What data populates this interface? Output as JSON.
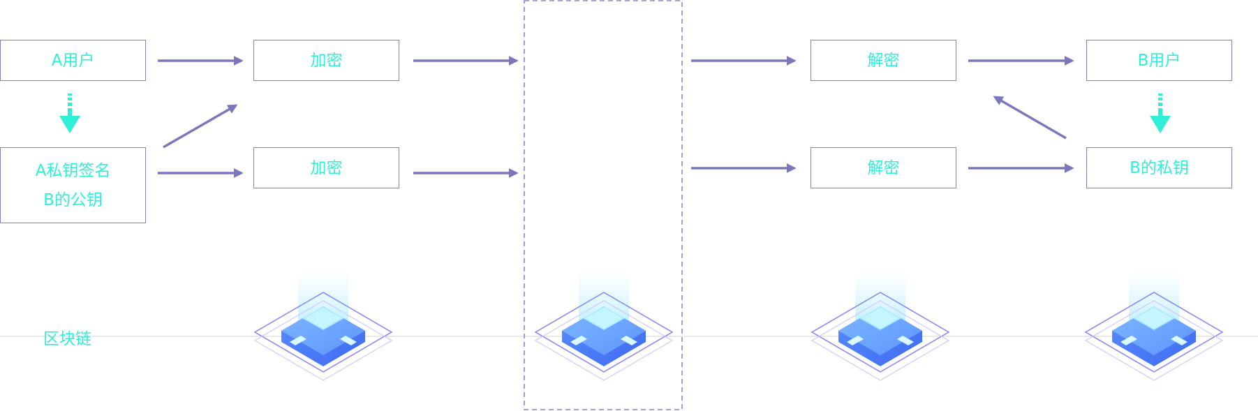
{
  "colors": {
    "accent_text": "#2ff0d6",
    "arrow": "#7a77bd",
    "box_border": "#8580c4",
    "dashed_region": "#8a86cc",
    "chain_line": "#dcdcdc",
    "node_blue": "#4d8bff",
    "node_light": "#a9ecff"
  },
  "boxes": {
    "a_user": "A用户",
    "encrypt_top": "加密",
    "decrypt_top": "解密",
    "b_user": "B用户",
    "a_keys_line1": "A私钥签名",
    "a_keys_line2": "B的公钥",
    "encrypt_bottom": "加密",
    "decrypt_bottom": "解密",
    "b_private_key": "B的私钥"
  },
  "blockchain": {
    "label": "区块链",
    "node_count": 4
  },
  "icons": {
    "down_arrow_a": "dashed-down-arrow-icon",
    "down_arrow_b": "dashed-down-arrow-icon",
    "block_node": "blockchain-node-icon"
  }
}
